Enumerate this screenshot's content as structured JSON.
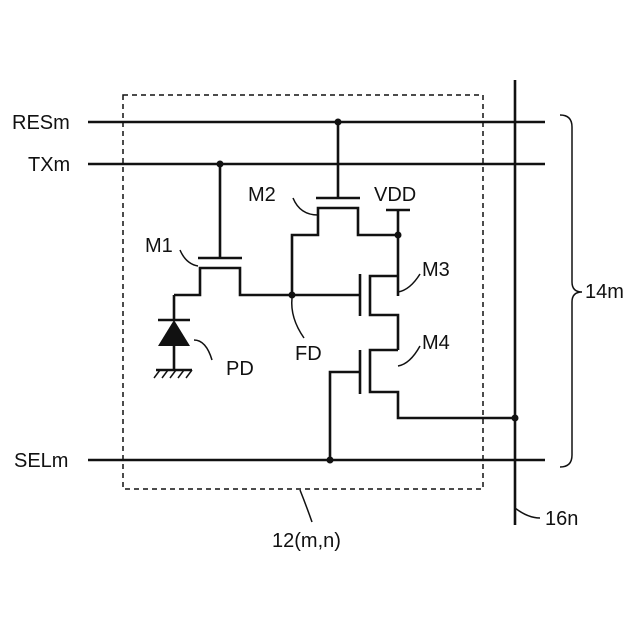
{
  "signals": {
    "reset_line": "RESm",
    "transfer_line": "TXm",
    "select_line": "SELm",
    "power": "VDD",
    "floating_diffusion": "FD",
    "photodiode": "PD",
    "column_line": "16n"
  },
  "transistors": {
    "transfer": "M1",
    "reset": "M2",
    "amplifier": "M3",
    "select": "M4"
  },
  "references": {
    "pixel_cell": "12(m,n)",
    "row_bus": "14m"
  }
}
